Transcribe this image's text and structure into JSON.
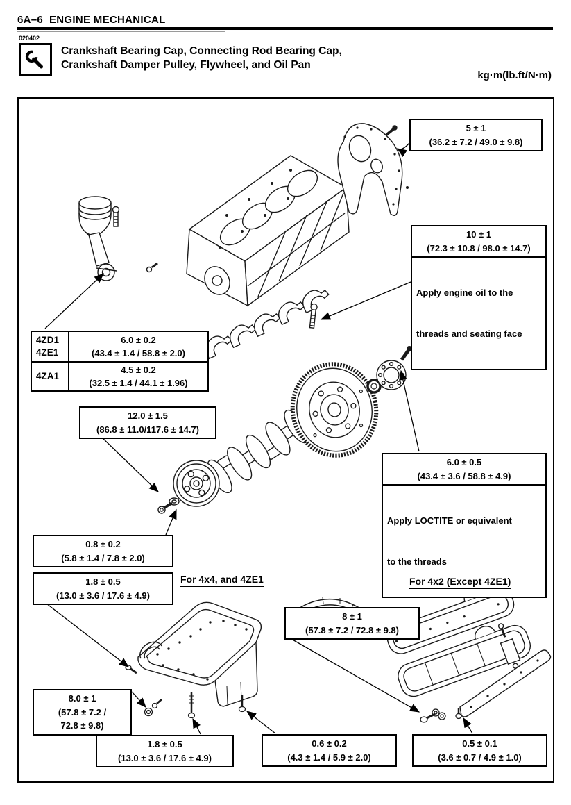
{
  "page": {
    "header": "6A–6  ENGINE MECHANICAL",
    "figure_code": "020402",
    "title_line1": "Crankshaft Bearing Cap, Connecting Rod Bearing Cap,",
    "title_line2": "Crankshaft Damper Pulley, Flywheel, and Oil Pan",
    "units_label": "kg·m(lb.ft/N·m)"
  },
  "section_labels": {
    "oil_pan_4x4": "For 4x4, and 4ZE1",
    "oil_pan_4x2": "For 4x2 (Except 4ZE1)"
  },
  "callouts": {
    "rear_plate_bolt": {
      "value": "5 ± 1",
      "converted": "(36.2 ± 7.2 / 49.0 ± 9.8)"
    },
    "main_bearing_cap_bolt": {
      "value": "10 ± 1",
      "converted": "(72.3 ± 10.8 / 98.0 ± 14.7)",
      "note1": "Apply engine oil to the",
      "note2": "threads and seating face"
    },
    "connecting_rod_cap_table": {
      "rows": [
        {
          "models": [
            "4ZD1",
            "4ZE1"
          ],
          "value": "6.0 ± 0.2",
          "converted": "(43.4 ± 1.4 / 58.8 ± 2.0)"
        },
        {
          "models": [
            "4ZA1"
          ],
          "value": "4.5 ± 0.2",
          "converted": "(32.5 ± 1.4 / 44.1 ± 1.96)"
        }
      ]
    },
    "damper_pulley_bolt": {
      "value": "12.0 ± 1.5",
      "converted": "(86.8 ± 11.0/117.6 ± 14.7)"
    },
    "flywheel_bolt": {
      "value": "6.0 ± 0.5",
      "converted": "(43.4 ± 3.6 / 58.8 ± 4.9)",
      "note1": "Apply LOCTITE or equivalent",
      "note2": "to the threads"
    },
    "pulley_small_bolt": {
      "value": "0.8 ± 0.2",
      "converted": "(5.8 ± 1.4 / 7.8 ± 2.0)"
    },
    "pan_flange_bolt_4x4": {
      "value": "1.8 ± 0.5",
      "converted": "(13.0 ± 3.6 / 17.6 ± 4.9)"
    },
    "drain_plug_4x4": {
      "value": "8.0 ± 1",
      "converted_line1": "(57.8 ± 7.2 /",
      "converted_line2": "72.8 ± 9.8)"
    },
    "pan_bolt_4x4": {
      "value": "1.8 ± 0.5",
      "converted": "(13.0 ± 3.6 / 17.6 ± 4.9)"
    },
    "pan_small_bolt": {
      "value": "0.6 ± 0.2",
      "converted": "(4.3 ± 1.4 / 5.9 ± 2.0)"
    },
    "pan_bolt_4x2": {
      "value": "0.5 ± 0.1",
      "converted": "(3.6 ± 0.7 / 4.9 ± 1.0)"
    },
    "drain_plug_4x2": {
      "value": "8 ± 1",
      "converted": "(57.8 ± 7.2 / 72.8 ± 9.8)"
    }
  }
}
